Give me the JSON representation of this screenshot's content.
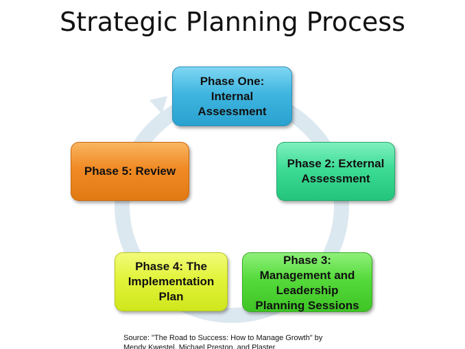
{
  "title": "Strategic Planning Process",
  "phases": [
    {
      "lines": [
        "Phase One:",
        "Internal",
        "Assessment"
      ],
      "color": "#3fb6e0"
    },
    {
      "lines": [
        "Phase 2: External",
        "Assessment"
      ],
      "color": "#3ddc95"
    },
    {
      "lines": [
        "Phase 3:",
        "Management and",
        "Leadership",
        "Planning Sessions"
      ],
      "color": "#55da3b"
    },
    {
      "lines": [
        "Phase 4: The",
        "Implementation",
        "Plan"
      ],
      "color": "#e2f33a"
    },
    {
      "lines": [
        "Phase 5: Review"
      ],
      "color": "#f08a24"
    }
  ],
  "cycle_arrow_color": "#dce8ef",
  "source": {
    "line1": "Source: \"The Road to Success: How to Manage Growth\" by",
    "line2": "Mendy Kwestel, Michael Preston, and Plaster"
  }
}
